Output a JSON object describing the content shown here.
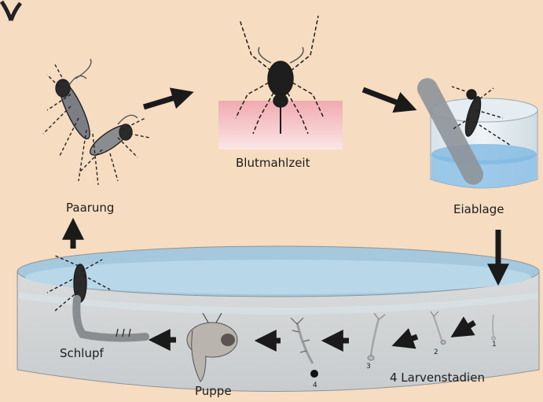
{
  "stages": {
    "mating": "Paarung",
    "blood_meal": "Blutmahlzeit",
    "egg_laying": "Eiablage",
    "larval_stages": "4 Larvenstadien",
    "pupa": "Puppe",
    "emergence": "Schlupf"
  },
  "larva_numbers": [
    "1",
    "2",
    "3",
    "4"
  ],
  "colors": {
    "background": "#f6dcc0",
    "water": "#a9cfe4",
    "basin": "#cfd2d4",
    "skin_gradient_top": "#f2b4b8",
    "arrow": "#1a1a1a",
    "mosquito": "#222222"
  }
}
